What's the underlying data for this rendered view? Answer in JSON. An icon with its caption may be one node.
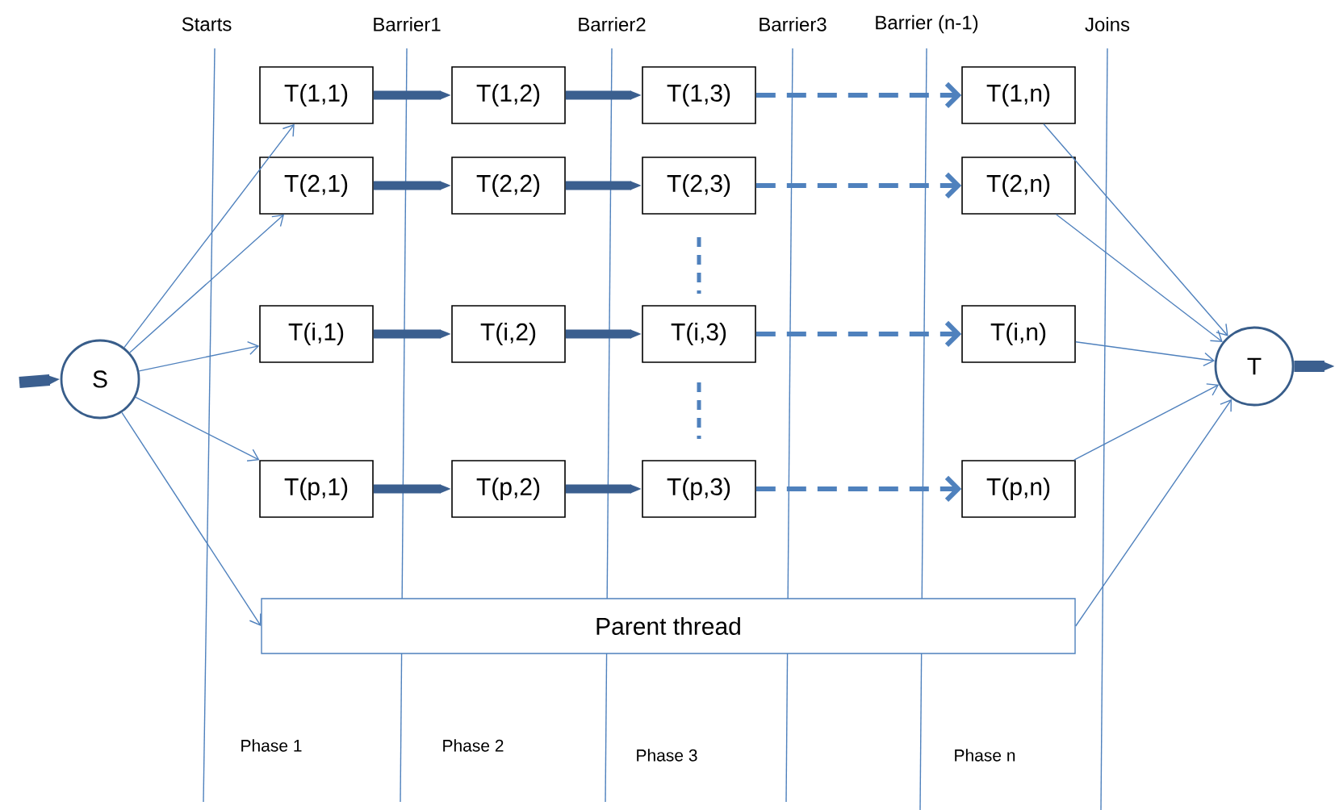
{
  "diagram": {
    "nodes": [
      {
        "text": [
          "S"
        ]
      },
      {
        "text": [
          "T(1,1)"
        ]
      },
      {
        "text": [
          "T(1,2)"
        ]
      },
      {
        "text": [
          "T(1,3)"
        ]
      },
      {
        "text": [
          "T(1,n)"
        ]
      },
      {
        "text": [
          "T(2,1)"
        ]
      },
      {
        "text": [
          "T(2,2)"
        ]
      },
      {
        "text": [
          "T(2,3)"
        ]
      },
      {
        "text": [
          "T(2,n)"
        ]
      },
      {
        "text": [
          "T(i,1)"
        ]
      },
      {
        "text": [
          "T(i,2)"
        ]
      },
      {
        "text": [
          "T(i,3)"
        ]
      },
      {
        "text": [
          "T(i,n)"
        ]
      },
      {
        "text": [
          "T(p,1)"
        ]
      },
      {
        "text": [
          "T(p,2)"
        ]
      },
      {
        "text": [
          "T(p,3)"
        ]
      },
      {
        "text": [
          "T(p,n)"
        ]
      },
      {
        "text": [
          "Parent thread"
        ]
      },
      {
        "text": [
          "T"
        ]
      }
    ],
    "edges": [
      {
        "from": null,
        "to": 0,
        "arrow": "to",
        "style": "thick",
        "color": "#3b5f8f"
      },
      {
        "from": 0,
        "to": 1,
        "arrow": "to"
      },
      {
        "from": 0,
        "to": 5,
        "arrow": "to"
      },
      {
        "from": 0,
        "to": 9,
        "arrow": "to"
      },
      {
        "from": 0,
        "to": 13,
        "arrow": "to"
      },
      {
        "from": 0,
        "to": 17,
        "arrow": "to"
      },
      {
        "from": 1,
        "to": 2,
        "arrow": "to",
        "style": "thick",
        "color": "#3b5f8f"
      },
      {
        "from": 2,
        "to": 3,
        "arrow": "to",
        "style": "thick",
        "color": "#3b5f8f"
      },
      {
        "from": 3,
        "to": 4,
        "arrow": "to",
        "style": "dashed"
      },
      {
        "from": 5,
        "to": 6,
        "arrow": "to",
        "style": "thick",
        "color": "#3b5f8f"
      },
      {
        "from": 6,
        "to": 7,
        "arrow": "to",
        "style": "thick",
        "color": "#3b5f8f"
      },
      {
        "from": 7,
        "to": 8,
        "arrow": "to",
        "style": "dashed"
      },
      {
        "from": 9,
        "to": 10,
        "arrow": "to",
        "style": "thick",
        "color": "#3b5f8f"
      },
      {
        "from": 10,
        "to": 11,
        "arrow": "to",
        "style": "thick",
        "color": "#3b5f8f"
      },
      {
        "from": 11,
        "to": 12,
        "arrow": "to",
        "style": "dashed"
      },
      {
        "from": 13,
        "to": 14,
        "arrow": "to",
        "style": "thick",
        "color": "#3b5f8f"
      },
      {
        "from": 14,
        "to": 15,
        "arrow": "to",
        "style": "thick",
        "color": "#3b5f8f"
      },
      {
        "from": 15,
        "to": 16,
        "arrow": "to",
        "style": "dashed"
      },
      {
        "from": 4,
        "to": 18,
        "arrow": "to"
      },
      {
        "from": 8,
        "to": 18,
        "arrow": "to"
      },
      {
        "from": 12,
        "to": 18,
        "arrow": "to"
      },
      {
        "from": 16,
        "to": 18,
        "arrow": "to"
      },
      {
        "from": 17,
        "to": 18,
        "arrow": "to"
      },
      {
        "from": 18,
        "to": null,
        "arrow": "to",
        "style": "thick",
        "color": "#3b5f8f"
      }
    ],
    "labels": [
      "Starts",
      "Barrier1",
      "Barrier2",
      "Barrier3",
      "Barrier (n-1)",
      "Joins",
      "Phase 1",
      "Phase 2",
      "Phase 3",
      "Phase n"
    ]
  }
}
